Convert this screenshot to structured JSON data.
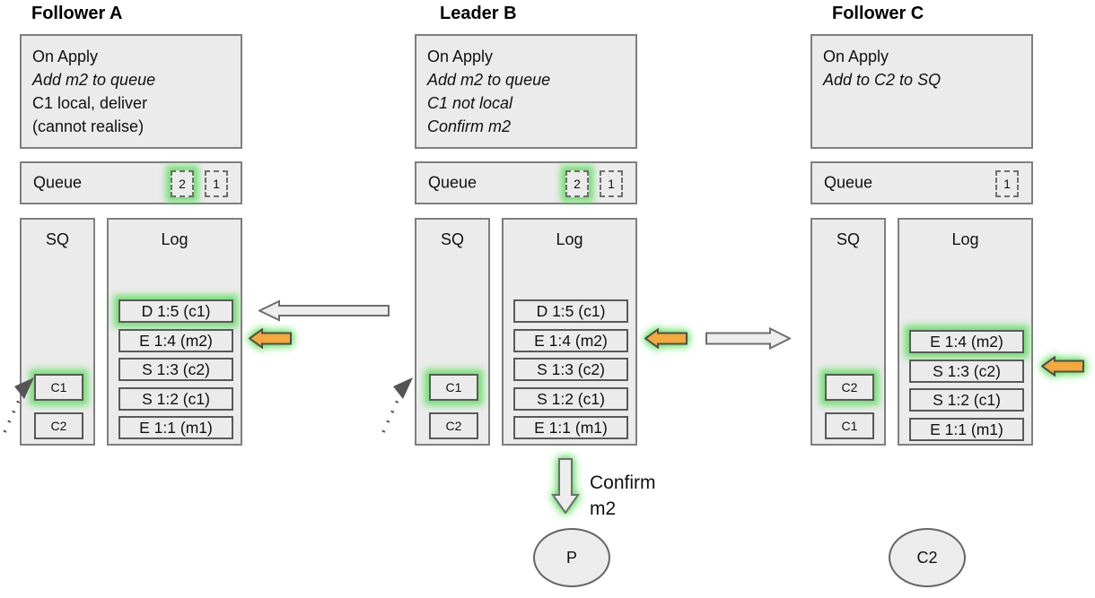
{
  "diagram": {
    "nodes": [
      {
        "title": "Follower A",
        "apply": {
          "lines": [
            "On Apply",
            "Add m2 to queue",
            "C1 local, deliver",
            "(cannot realise)"
          ]
        },
        "queue": {
          "label": "Queue",
          "slots": [
            "2",
            "1"
          ]
        },
        "sq": {
          "label": "SQ",
          "items": [
            "C1",
            "C2"
          ]
        },
        "log": {
          "label": "Log",
          "entries": [
            "D 1:5 (c1)",
            "E 1:4 (m2)",
            "S 1:3 (c2)",
            "S 1:2 (c1)",
            "E 1:1 (m1)"
          ]
        }
      },
      {
        "title": "Leader B",
        "apply": {
          "lines": [
            "On Apply",
            "Add m2 to queue",
            "C1 not local",
            "Confirm m2"
          ]
        },
        "queue": {
          "label": "Queue",
          "slots": [
            "2",
            "1"
          ]
        },
        "sq": {
          "label": "SQ",
          "items": [
            "C1",
            "C2"
          ]
        },
        "log": {
          "label": "Log",
          "entries": [
            "D 1:5 (c1)",
            "E 1:4 (m2)",
            "S 1:3 (c2)",
            "S 1:2 (c1)",
            "E 1:1 (m1)"
          ]
        }
      },
      {
        "title": "Follower C",
        "apply": {
          "lines": [
            "On Apply",
            "Add to C2 to SQ"
          ]
        },
        "queue": {
          "label": "Queue",
          "slots": [
            "1"
          ]
        },
        "sq": {
          "label": "SQ",
          "items": [
            "C2",
            "C1"
          ]
        },
        "log": {
          "label": "Log",
          "entries": [
            "E 1:4 (m2)",
            "S 1:3 (c2)",
            "S 1:2 (c1)",
            "E 1:1 (m1)"
          ]
        }
      }
    ],
    "annotations": {
      "confirm_line1": "Confirm",
      "confirm_line2": "m2"
    },
    "ellipses": [
      {
        "label": "P"
      },
      {
        "label": "C2"
      }
    ],
    "colors": {
      "box_fill": "#ebebeb",
      "box_border": "#7f7f7f",
      "highlight_glow": "#5cde5c",
      "arrow_orange": "#f5a83b",
      "arrow_gray": "#ededed"
    }
  }
}
